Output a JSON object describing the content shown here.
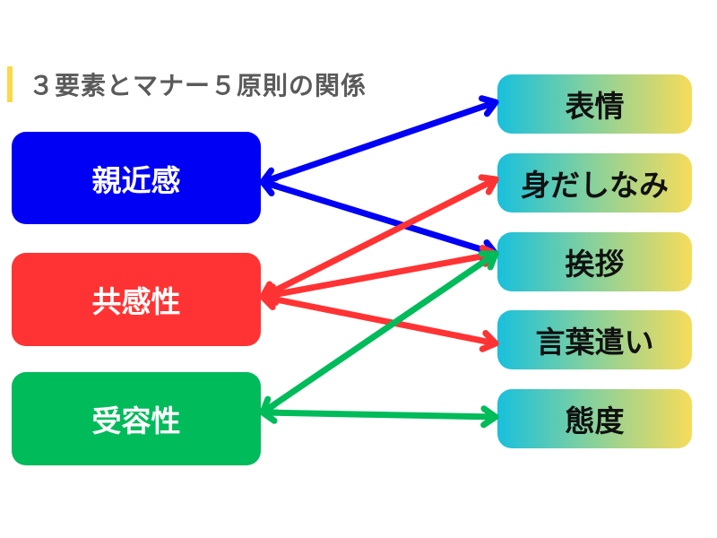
{
  "title": "３要素とマナー５原則の関係",
  "elements": [
    {
      "id": "shinkinkan",
      "label": "親近感",
      "color": "#0000f5"
    },
    {
      "id": "kyokansei",
      "label": "共感性",
      "color": "#ff3333"
    },
    {
      "id": "juyosei",
      "label": "受容性",
      "color": "#00bb5a"
    }
  ],
  "principles": [
    {
      "id": "hyojo",
      "label": "表情"
    },
    {
      "id": "midashinami",
      "label": "身だしなみ"
    },
    {
      "id": "aisatsu",
      "label": "挨拶"
    },
    {
      "id": "kotobazukai",
      "label": "言葉遣い"
    },
    {
      "id": "taido",
      "label": "態度"
    }
  ],
  "links": [
    {
      "from": 0,
      "to": 0,
      "bidirectional": true
    },
    {
      "from": 0,
      "to": 2,
      "bidirectional": true
    },
    {
      "from": 1,
      "to": 1,
      "bidirectional": true
    },
    {
      "from": 1,
      "to": 2,
      "bidirectional": true
    },
    {
      "from": 1,
      "to": 3,
      "bidirectional": true
    },
    {
      "from": 2,
      "to": 2,
      "bidirectional": true
    },
    {
      "from": 2,
      "to": 4,
      "bidirectional": true
    }
  ],
  "colors": {
    "title_accent": "#f9d94a",
    "title_text": "#5a5a5a",
    "gradient_start": "#18c0dc",
    "gradient_end": "#f6dc5a"
  }
}
